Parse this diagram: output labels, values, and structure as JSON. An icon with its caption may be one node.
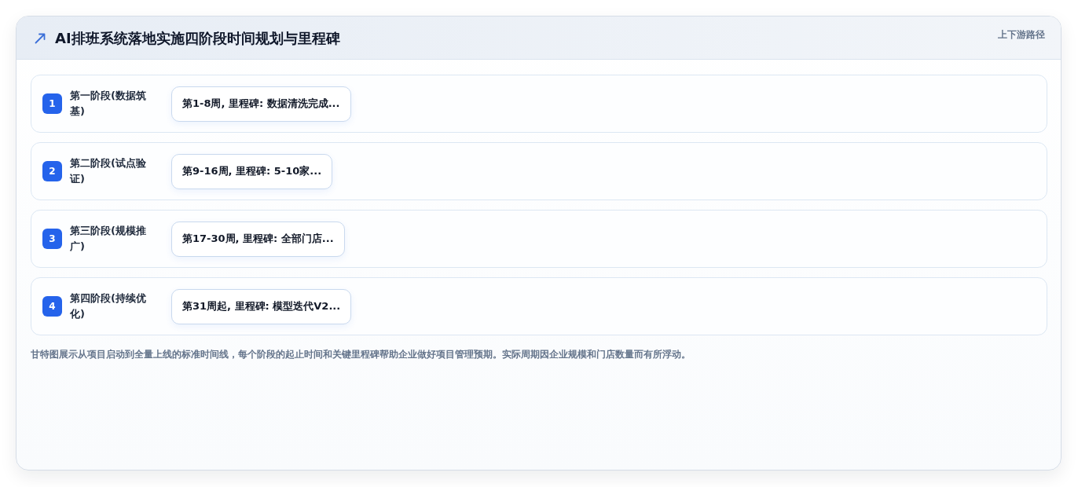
{
  "diagram": {
    "title": "AI排班系统落地实施四阶段时间规划与里程碑",
    "caption": "甘特图展示从项目启动到全量上线的标准时间线，每个阶段的起止时间和关键里程碑帮助企业做好项目管理预期。实际周期因企业规模和门店数量而有所浮动。",
    "nodes": [
      {
        "text": [
          "第一阶段(数据筑基)"
        ]
      },
      {
        "text": [
          "1"
        ],
        "in": 0
      },
      {
        "text": [
          "第1-8周, 里程碑: 数据清洗完成..."
        ],
        "in": 0
      },
      {
        "text": [
          "第二阶段(试点验证)"
        ]
      },
      {
        "text": [
          "2"
        ],
        "in": 3
      },
      {
        "text": [
          "第9-16周, 里程碑: 5-10家..."
        ],
        "in": 3
      },
      {
        "text": [
          "第三阶段(规模推广)"
        ]
      },
      {
        "text": [
          "3"
        ],
        "in": 6
      },
      {
        "text": [
          "第17-30周, 里程碑: 全部门店..."
        ],
        "in": 6
      },
      {
        "text": [
          "第四阶段(持续优化)"
        ]
      },
      {
        "text": [
          "4"
        ],
        "in": 9
      },
      {
        "text": [
          "第31周起, 里程碑: 模型迭代V2..."
        ],
        "in": 9
      }
    ],
    "labels": [
      "上下游路径"
    ]
  }
}
